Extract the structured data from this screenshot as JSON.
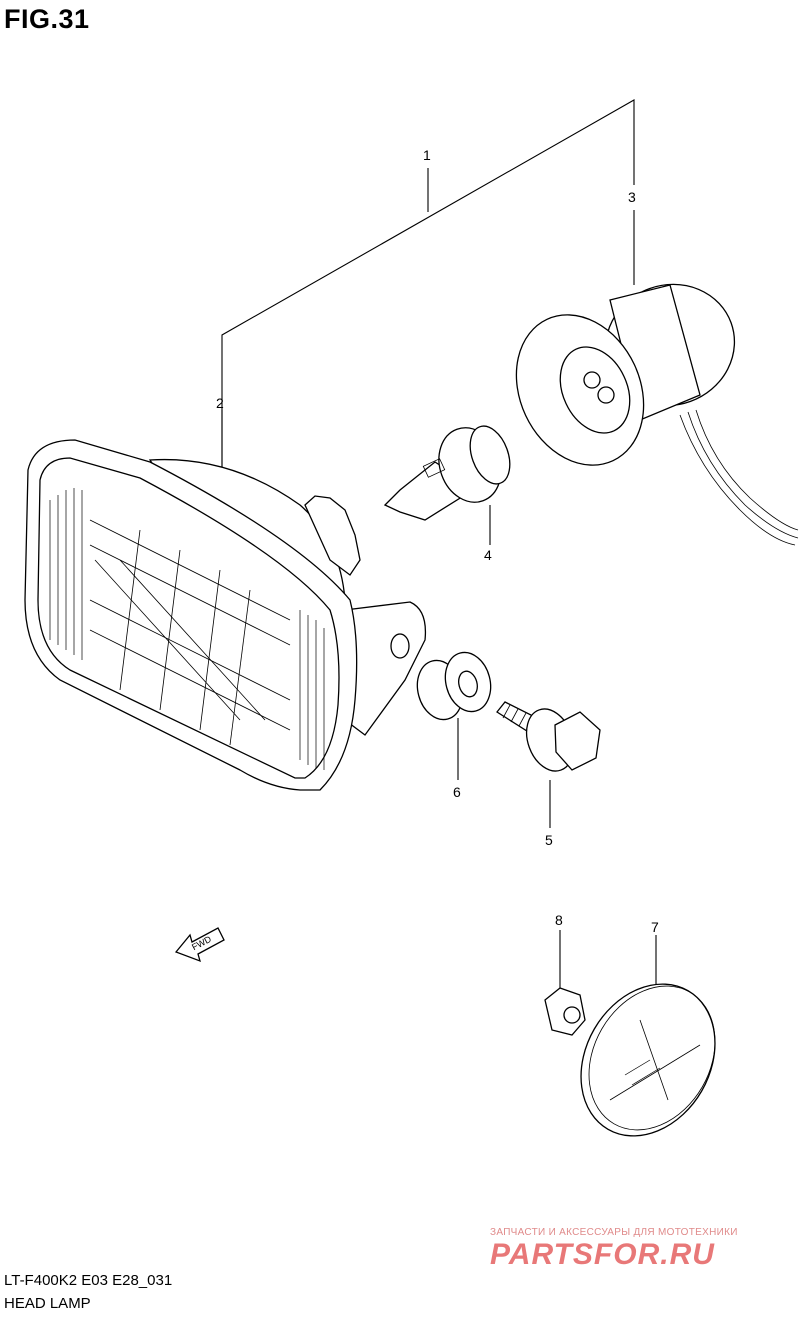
{
  "header": {
    "figure_title": "FIG.31"
  },
  "callouts": [
    "1",
    "2",
    "3",
    "4",
    "5",
    "6",
    "7",
    "8"
  ],
  "direction_arrow": {
    "label": "FWD"
  },
  "footer": {
    "model_code": "LT-F400K2 E03 E28_031",
    "caption": "HEAD LAMP"
  },
  "watermark": {
    "tagline": "ЗАПЧАСТИ И АКСЕССУАРЫ ДЛЯ МОТОТЕХНИКИ",
    "logo_text": "PARTSFOR.RU"
  }
}
